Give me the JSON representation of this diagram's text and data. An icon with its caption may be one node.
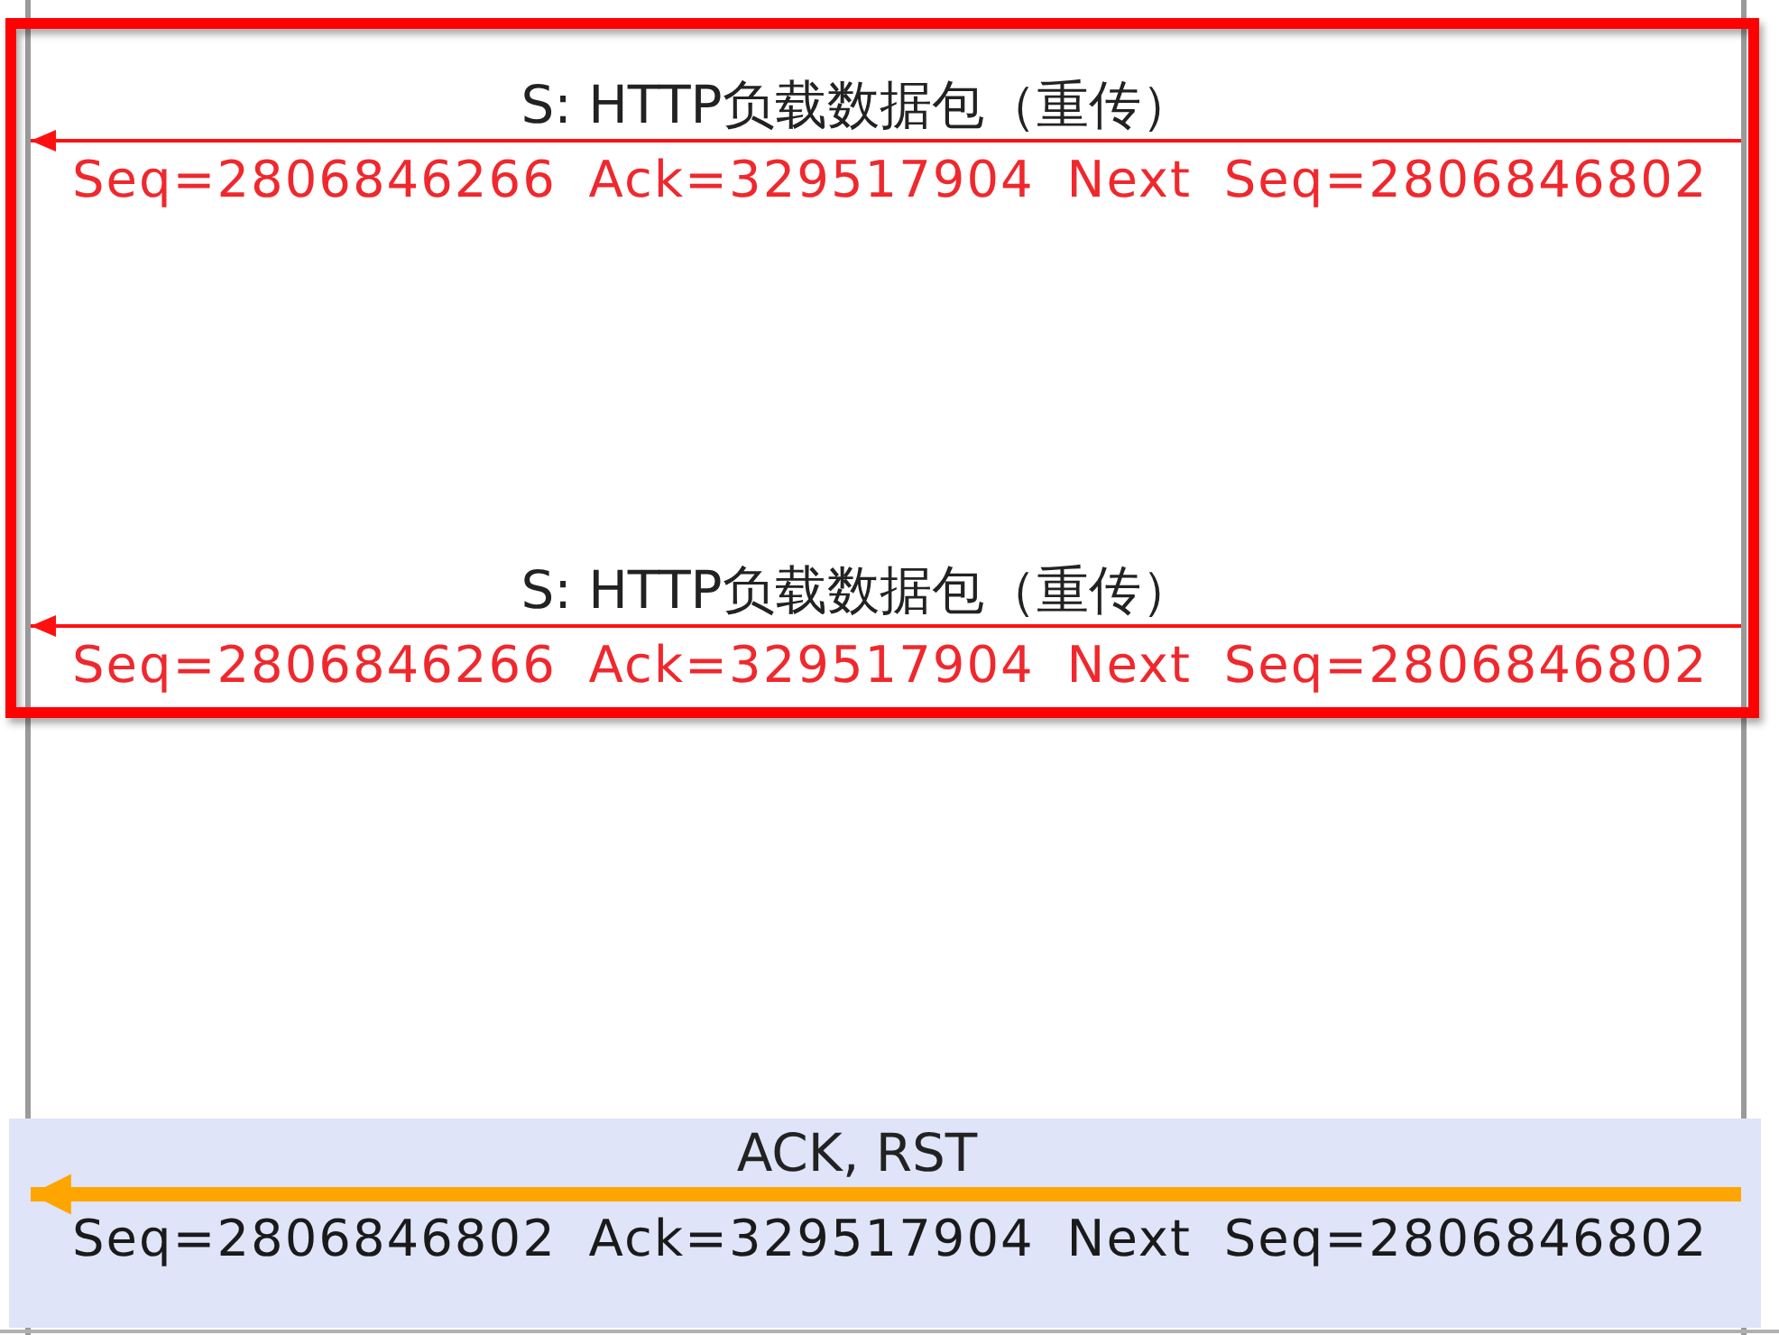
{
  "diagram": {
    "nodes": [
      {
        "text": [],
        "shape": "line"
      },
      {
        "text": [],
        "shape": "line"
      }
    ],
    "edges": [
      {
        "from": 1,
        "to": 0,
        "arrow": "to",
        "label": "S: HTTP负载数据包（重传）"
      },
      {
        "from": 1,
        "to": 0,
        "arrow": "to",
        "label": "S: HTTP负载数据包（重传）"
      },
      {
        "from": 1,
        "to": 0,
        "arrow": "to",
        "label": "ACK, RST",
        "style": "thick",
        "color": "#ffa500"
      }
    ],
    "labels": [
      "Seq=2806846266 Ack=329517904 Next Seq=2806846802",
      "Seq=2806846266 Ack=329517904 Next Seq=2806846802",
      "Seq=2806846802 Ack=329517904 Next Seq=2806846802"
    ]
  }
}
